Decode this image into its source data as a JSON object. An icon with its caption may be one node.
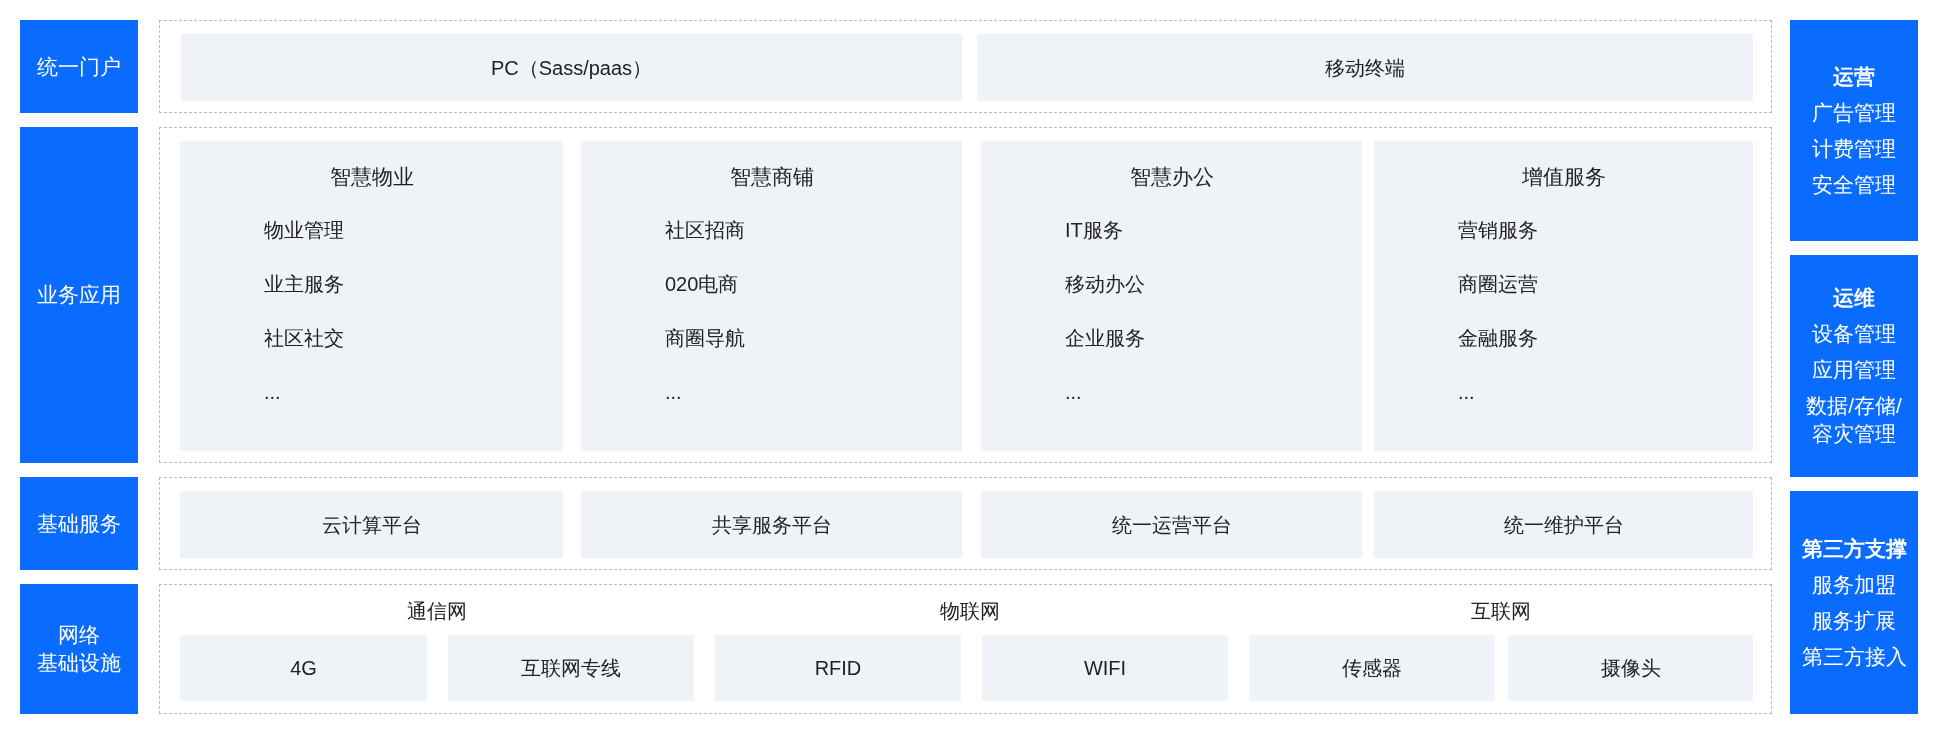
{
  "diagram": {
    "nodes": [
      {
        "text": [
          "统一门户"
        ]
      },
      {
        "text": [],
        "shape": "box"
      },
      {
        "text": [
          "PC（Sass/paas）"
        ],
        "in": 1
      },
      {
        "text": [
          "移动终端"
        ],
        "in": 1
      },
      {
        "text": [
          "业务应用"
        ]
      },
      {
        "text": [],
        "shape": "box"
      },
      {
        "text": [
          "智慧物业",
          "物业管理",
          "业主服务",
          "社区社交",
          "..."
        ],
        "in": 5
      },
      {
        "text": [
          "智慧商铺",
          "社区招商",
          "020电商",
          "商圈导航",
          "..."
        ],
        "in": 5
      },
      {
        "text": [
          "智慧办公",
          "IT服务",
          "移动办公",
          "企业服务",
          "..."
        ],
        "in": 5
      },
      {
        "text": [
          "增值服务",
          "营销服务",
          "商圈运营",
          "金融服务",
          "..."
        ],
        "in": 5
      },
      {
        "text": [
          "基础服务"
        ]
      },
      {
        "text": [],
        "shape": "box"
      },
      {
        "text": [
          "云计算平台"
        ],
        "in": 11
      },
      {
        "text": [
          "共享服务平台"
        ],
        "in": 11
      },
      {
        "text": [
          "统一运营平台"
        ],
        "in": 11
      },
      {
        "text": [
          "统一维护平台"
        ],
        "in": 11
      },
      {
        "text": [
          "网络",
          "基础设施"
        ]
      },
      {
        "text": [],
        "shape": "box"
      },
      {
        "text": [
          "4G"
        ],
        "in": 17
      },
      {
        "text": [
          "互联网专线"
        ],
        "in": 17
      },
      {
        "text": [
          "RFID"
        ],
        "in": 17
      },
      {
        "text": [
          "WIFI"
        ],
        "in": 17
      },
      {
        "text": [
          "传感器"
        ],
        "in": 17
      },
      {
        "text": [
          "摄像头"
        ],
        "in": 17
      },
      {
        "text": [
          "运营",
          "广告管理",
          "计费管理",
          "安全管理"
        ]
      },
      {
        "text": [
          "运维",
          "设备管理",
          "应用管理",
          "数据/存储/容灾管理"
        ]
      },
      {
        "text": [
          "第三方支撑",
          "服务加盟",
          "服务扩展",
          "第三方接入"
        ]
      }
    ],
    "labels": [
      "通信网",
      "物联网",
      "互联网"
    ]
  }
}
